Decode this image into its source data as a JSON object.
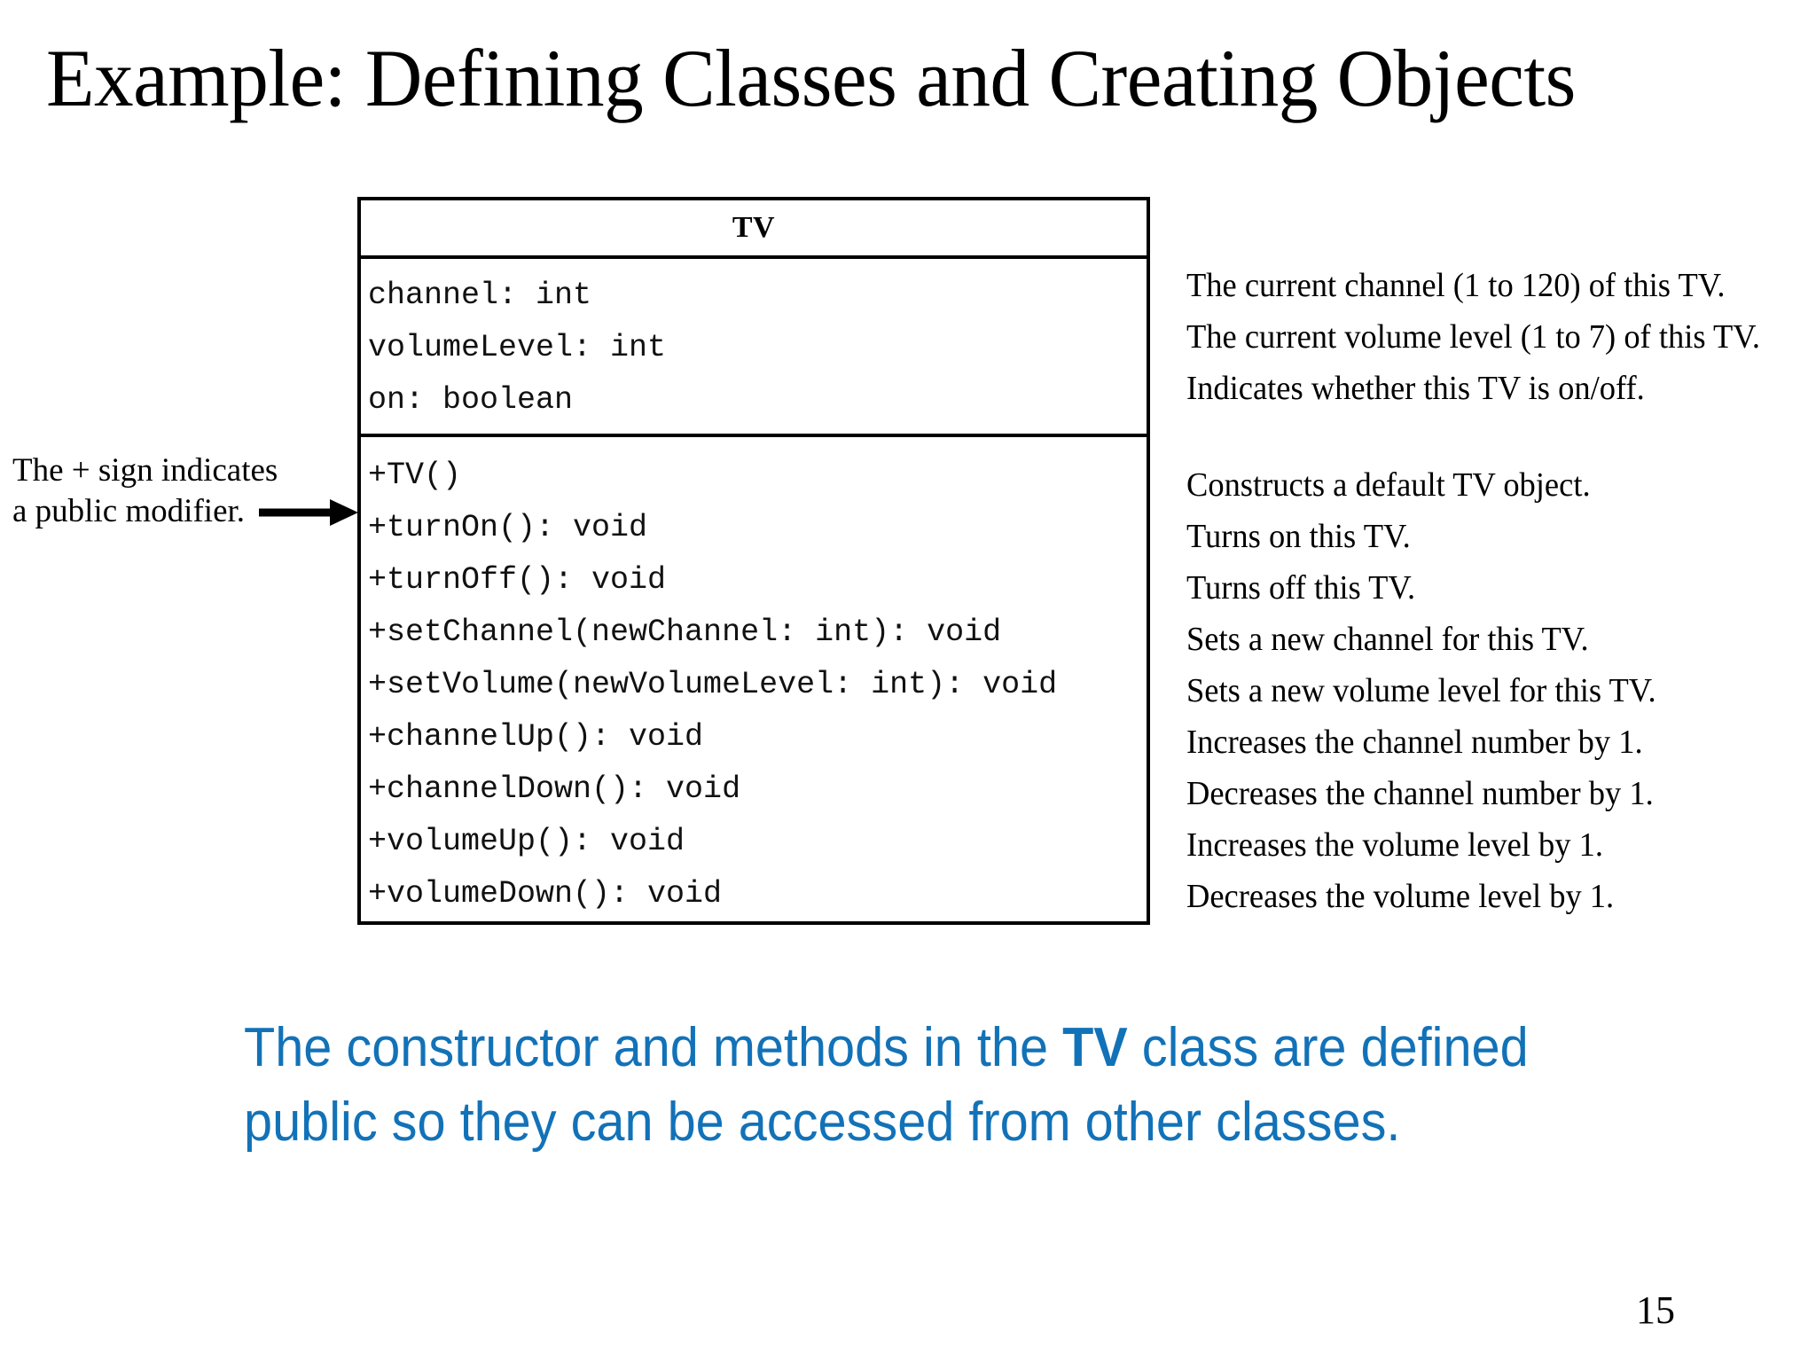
{
  "slide": {
    "title": "Example: Defining Classes and Creating Objects",
    "page_number": "15"
  },
  "uml_class": {
    "name": "TV",
    "fields": [
      "channel: int",
      "volumeLevel: int",
      "on: boolean"
    ],
    "methods": [
      "+TV()",
      "+turnOn(): void",
      "+turnOff(): void",
      "+setChannel(newChannel: int): void",
      "+setVolume(newVolumeLevel: int): void",
      "+channelUp(): void",
      "+channelDown(): void",
      "+volumeUp(): void",
      "+volumeDown(): void"
    ]
  },
  "field_descriptions": [
    "The current channel (1 to 120) of this TV.",
    "The current volume level (1 to 7) of this TV.",
    "Indicates whether this TV is on/off."
  ],
  "method_descriptions": [
    "Constructs a default TV object.",
    "Turns on this TV.",
    "Turns off this TV.",
    "Sets a new channel for this TV.",
    "Sets a new volume level for this TV.",
    "Increases the channel number by 1.",
    "Decreases the channel number by 1.",
    "Increases the volume level by 1.",
    "Decreases the volume level by 1."
  ],
  "annotation": {
    "line1": "The + sign indicates",
    "line2": "a public modifier."
  },
  "callout": {
    "part1": "The constructor and methods in the ",
    "emphasis": "TV",
    "part2": " class are defined public so they can be accessed from other classes.",
    "color": "#1272B8"
  }
}
